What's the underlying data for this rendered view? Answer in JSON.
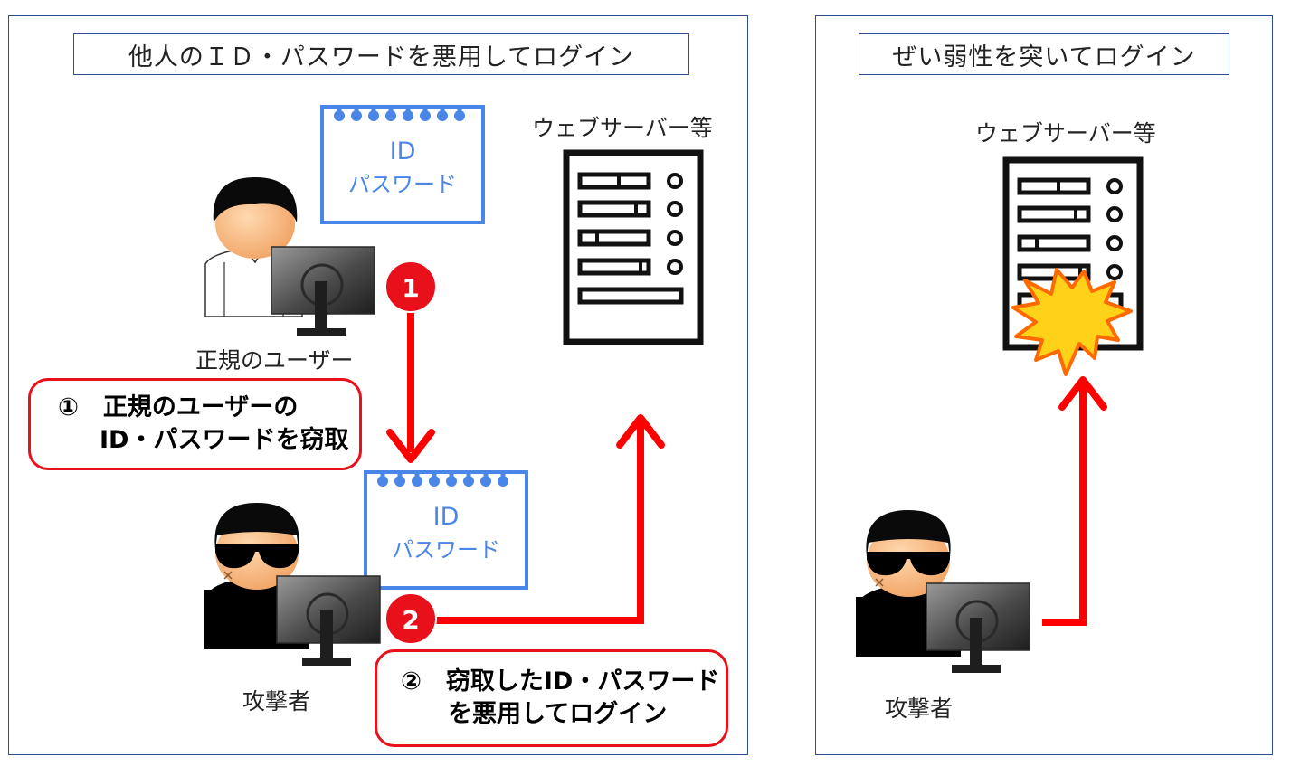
{
  "left_panel": {
    "title": "他人のＩＤ・パスワードを悪用してログイン",
    "server_label": "ウェブサーバー等",
    "user_label": "正規のユーザー",
    "attacker_label": "攻撃者",
    "memo_top": {
      "line1": "ID",
      "line2": "パスワード"
    },
    "memo_bottom": {
      "line1": "ID",
      "line2": "パスワード"
    },
    "step1_marker": "1",
    "step2_marker": "2",
    "step1_callout": {
      "line1": "①　正規のユーザーの",
      "line2": "ID・パスワードを窃取"
    },
    "step2_callout": {
      "line1": "②　窃取したID・パスワード",
      "line2": "を悪用してログイン"
    }
  },
  "right_panel": {
    "title": "ぜい弱性を突いてログイン",
    "server_label": "ウェブサーバー等",
    "attacker_label": "攻撃者"
  },
  "colors": {
    "frame": "#2f4f8f",
    "arrow_red": "#ff0000",
    "memo_blue": "#4a86e8",
    "badge_red": "#e8101a",
    "burst_fill": "#ffd21a",
    "burst_edge": "#ff6a00"
  },
  "icons": [
    "user-icon",
    "attacker-icon",
    "monitor-icon",
    "server-icon",
    "memo-icon",
    "explosion-icon"
  ]
}
